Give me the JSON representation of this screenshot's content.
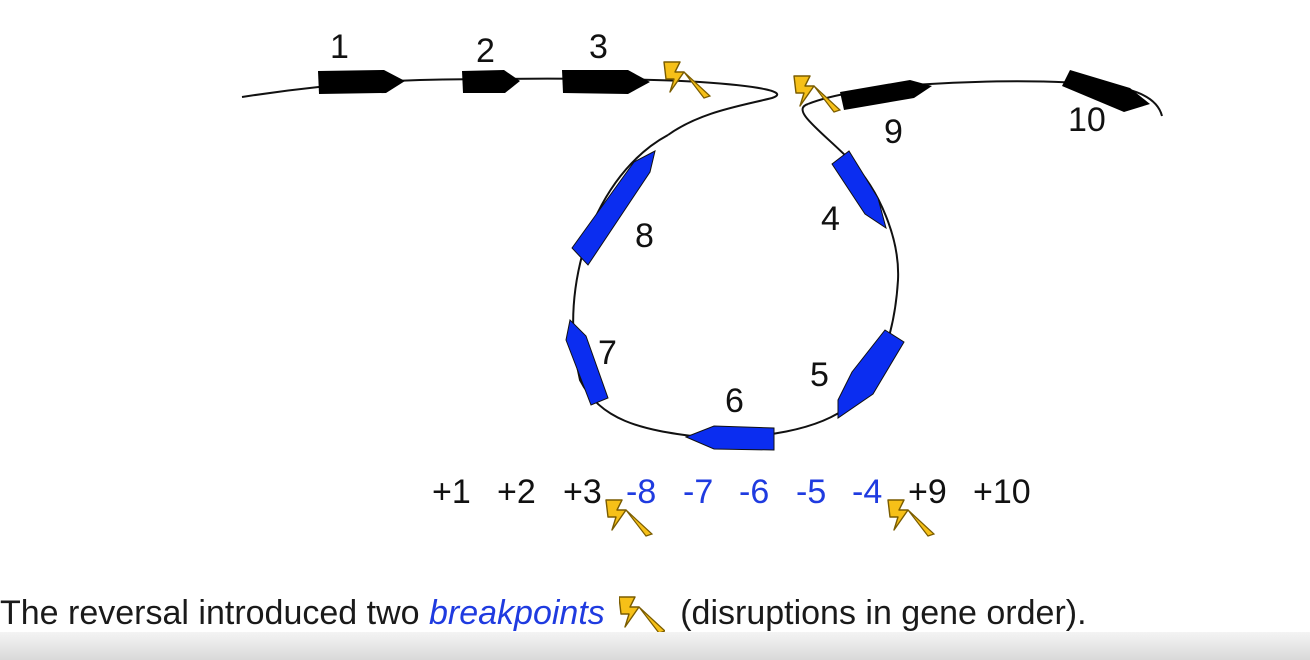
{
  "colors": {
    "original_gene": "#000000",
    "inverted_gene": "#0b2df0",
    "bolt_fill": "#f6c018",
    "bolt_stroke": "#7a5c00",
    "inverted_text": "#1f3be0"
  },
  "gene_labels": [
    "1",
    "2",
    "3",
    "4",
    "5",
    "6",
    "7",
    "8",
    "9",
    "10"
  ],
  "order_sequence": [
    {
      "text": "+1",
      "inverted": false
    },
    {
      "text": "+2",
      "inverted": false
    },
    {
      "text": "+3",
      "inverted": false
    },
    {
      "text": "-8",
      "inverted": true
    },
    {
      "text": "-7",
      "inverted": true
    },
    {
      "text": "-6",
      "inverted": true
    },
    {
      "text": "-5",
      "inverted": true
    },
    {
      "text": "-4",
      "inverted": true
    },
    {
      "text": "+9",
      "inverted": false
    },
    {
      "text": "+10",
      "inverted": false
    }
  ],
  "caption": {
    "before": "The reversal introduced two ",
    "emphasis": "breakpoints",
    "after": " (disruptions in gene order)."
  },
  "icons": {
    "breakpoint": "lightning-bolt-icon"
  }
}
